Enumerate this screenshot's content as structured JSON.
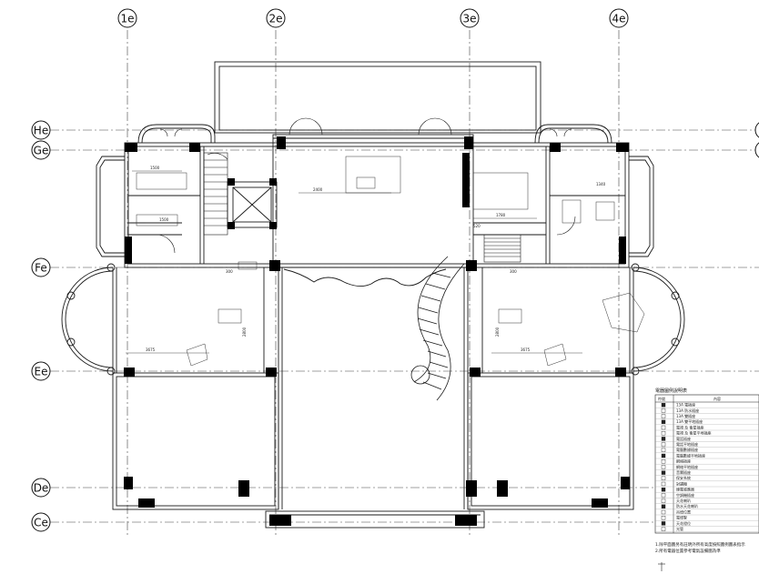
{
  "grid_columns": [
    "1e",
    "2e",
    "3e",
    "4e"
  ],
  "grid_rows": [
    "He",
    "Ge",
    "Fe",
    "Ee",
    "De",
    "Ce"
  ],
  "dimensions": [
    "2400",
    "3675",
    "3675",
    "1780",
    "1500",
    "1500",
    "300",
    "300",
    "520",
    "1340",
    "2800",
    "2800"
  ],
  "legend": {
    "title": "電器圖例說明表",
    "col_symbol": "符號",
    "col_desc": "內容",
    "items": [
      "13A 電插座",
      "13A 防水插座",
      "13A 雙插座",
      "13A 雙平地插座",
      "電視 及 衛星插座",
      "電視 及 衛星平地插座",
      "電話插座",
      "電話平地插座",
      "電腦數據插座",
      "電腦數據平地插座",
      "網絡插座",
      "網絡平地插座",
      "音響插座",
      "保安系統",
      "對講機",
      "煙霧感應器",
      "空調機插座",
      "天花喇叭",
      "防水天花喇叭",
      "吊燈位置",
      "電燈掣",
      "天花燈位",
      "光管"
    ],
    "notes": [
      "1.除平面圖另有註明外所有高度按照圖例圖表指示",
      "2.所有電器位置參考電氣設備圖為準"
    ]
  },
  "colors": {
    "line": "#1a1a1a",
    "wall_fill": "#000000",
    "grid": "#333333"
  }
}
